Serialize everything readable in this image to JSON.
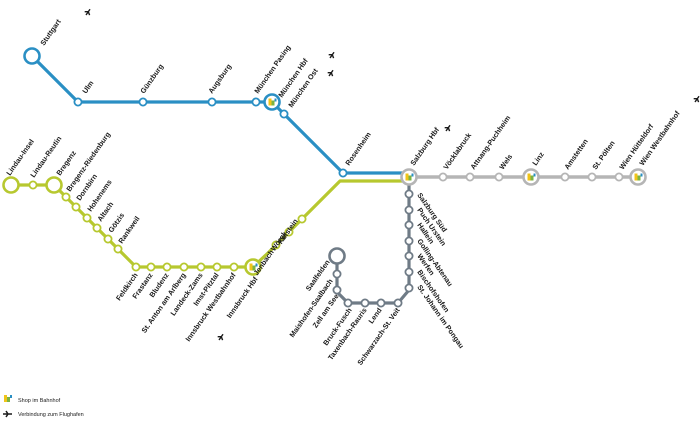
{
  "colors": {
    "blue": "#2a8fc4",
    "green": "#b7c82f",
    "grey": "#b5b5b5",
    "slate": "#6f7b86",
    "shop_yellow": "#f0c419",
    "shop_green": "#7cb342",
    "shop_blue": "#2a8fc4"
  },
  "stations": {
    "stuttgart": "Stuttgart",
    "ulm": "Ulm",
    "guenzburg": "Günzburg",
    "augsburg": "Augsburg",
    "muenchen_pasing": "München Pasing",
    "muenchen_hbf": "München Hbf",
    "muenchen_ost": "München Ost",
    "rosenheim": "Rosenheim",
    "salzburg_hbf": "Salzburg Hbf",
    "voecklabruck": "Vöcklabruck",
    "attnang": "Attnang-Puchheim",
    "wels": "Wels",
    "linz": "Linz",
    "amstetten": "Amstetten",
    "st_poelten": "St. Pölten",
    "wien_huetteldorf": "Wien Hütteldorf",
    "wien_westbahnhof": "Wien Westbahnhof",
    "lindau_insel": "Lindau-Insel",
    "lindau_reutin": "Lindau-Reutin",
    "bregenz": "Bregenz",
    "bregenz_riedenburg": "Bregenz-Riedenburg",
    "dornbirn": "Dornbirn",
    "hohenems": "Hohenems",
    "altach": "Altach",
    "goetzis": "Götzis",
    "rankweil": "Rankweil",
    "feldkirch": "Feldkirch",
    "frastanz": "Frastanz",
    "bludenz": "Bludenz",
    "st_anton": "St. Anton am Arlberg",
    "landeck": "Landeck-Zams",
    "imst": "Imst-Pitztal",
    "ibk_west": "Innsbruck Westbahnhof",
    "ibk_hbf": "Innsbruck Hbf",
    "jenbach": "Jenbach",
    "woergl": "Wörgl",
    "kufstein": "Kufstein",
    "salzburg_sued": "Salzburg Süd",
    "puch_urstein": "Puch Urstein",
    "hallein": "Hallein",
    "golling": "Golling-Abtenau",
    "werfen": "Werfen",
    "bischofshofen": "Bischofshofen",
    "st_johann": "St. Johann im Pongau",
    "saalfelden": "Saalfelden",
    "maishofen": "Maishofen-Saalbach",
    "zell_am_see": "Zell am See",
    "bruck_fusch": "Bruck-Fusch",
    "taxenbach": "Taxenbach-Rauris",
    "lend": "Lend",
    "schwarzach": "Schwarzach-St. Veit"
  },
  "icons": {
    "shop": "shop-icon",
    "airport": "airplane-icon"
  },
  "legend": {
    "shop_label": "Shop im Bahnhof",
    "airport_label": "Verbindung zum Flughafen"
  }
}
